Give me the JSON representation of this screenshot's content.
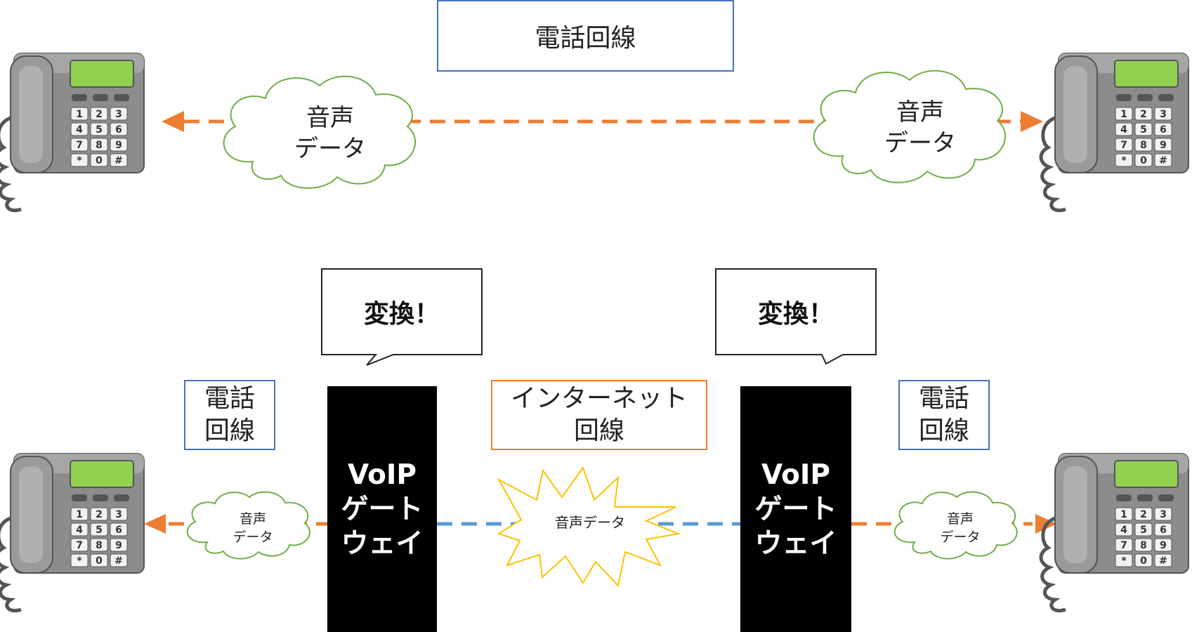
{
  "top": {
    "line_label": "電話回線",
    "cloud_left": "音声\nデータ",
    "cloud_right": "音声\nデータ"
  },
  "bottom": {
    "bubble_left": "変換！",
    "bubble_right": "変換！",
    "phone_line_left": "電話\n回線",
    "phone_line_right": "電話\n回線",
    "internet_line": "インターネット\n回線",
    "gateway_left": "VoIP\nゲート\nウェイ",
    "gateway_right": "VoIP\nゲート\nウェイ",
    "cloud_left": "音声\nデータ",
    "cloud_right": "音声\nデータ",
    "burst": "音声データ"
  },
  "phone": {
    "keys": [
      "1",
      "2",
      "3",
      "4",
      "5",
      "6",
      "7",
      "8",
      "9",
      "*",
      "0",
      "#"
    ]
  },
  "colors": {
    "phone_link": "#ED7D31",
    "internet_link": "#5B9BD5",
    "line_box": "#4472C4",
    "cloud_stroke": "#70AD47",
    "burst_stroke": "#FFC000"
  }
}
